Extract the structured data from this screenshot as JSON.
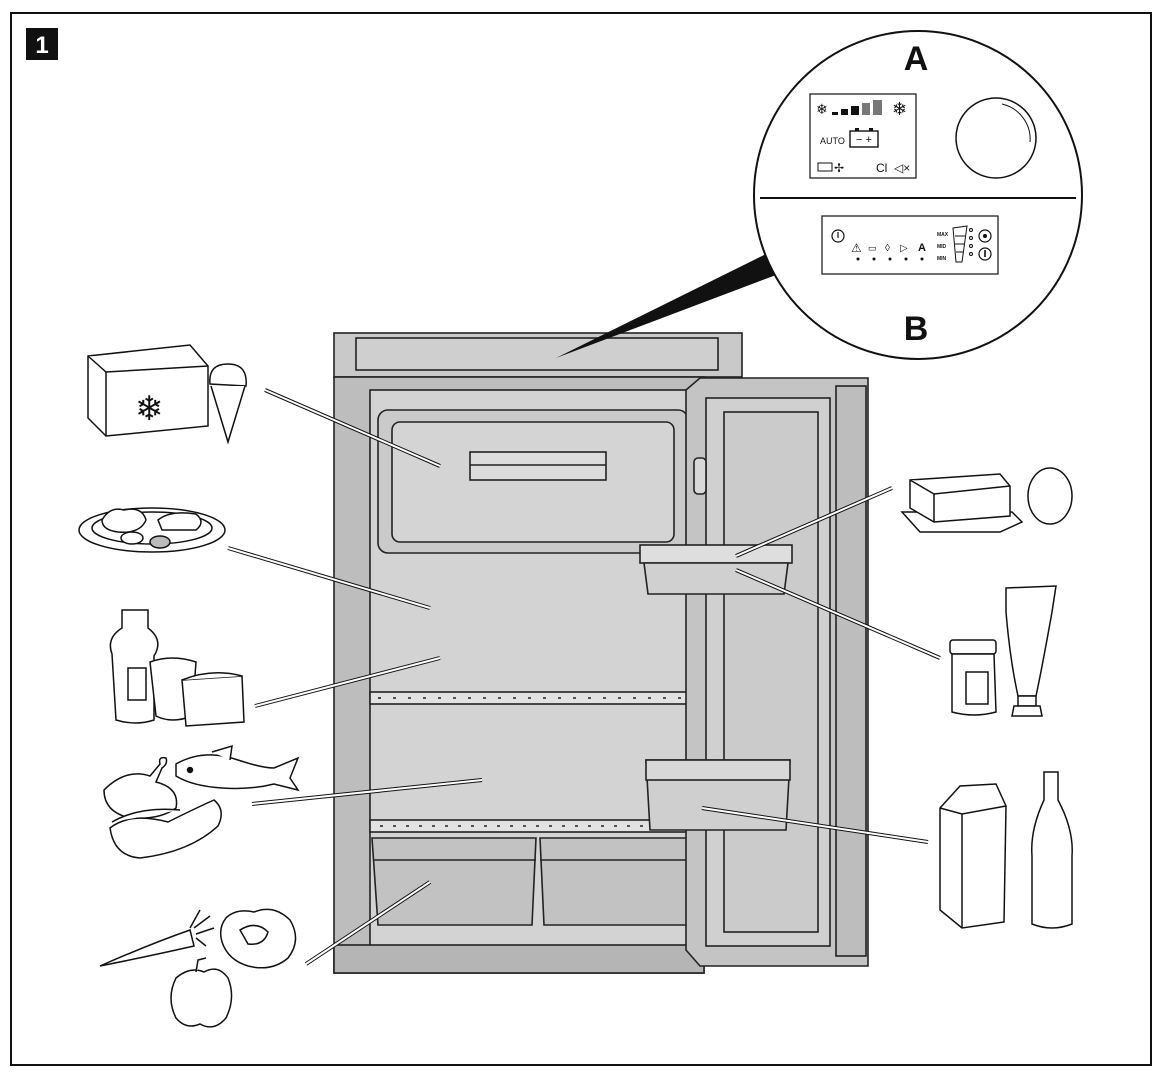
{
  "figure": {
    "number": "1",
    "callout_a": "A",
    "callout_b": "B"
  },
  "panel_a": {
    "auto_text": "AUTO",
    "minus_plus": "− +",
    "cl_text": "Cl"
  },
  "panel_b": {
    "levels": [
      "MAX",
      "MID",
      "MIN"
    ]
  }
}
